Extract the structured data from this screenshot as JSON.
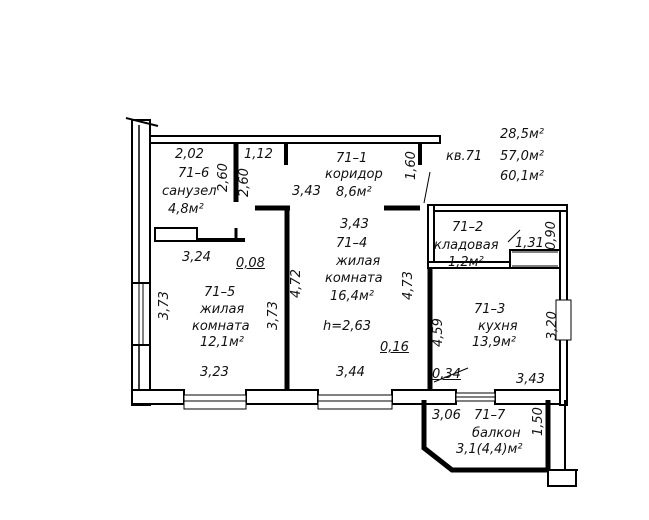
{
  "summary": {
    "living_area": "28,5м²",
    "total_area": "57,0м²",
    "total_with_balcony": "60,1м²",
    "apartment": "кв.71"
  },
  "rooms": {
    "bath": {
      "id": "71–6",
      "name": "санузел",
      "area": "4,8м²"
    },
    "corridor": {
      "id": "71–1",
      "name": "коридор",
      "area": "8,6м²"
    },
    "pantry": {
      "id": "71–2",
      "name": "кладовая",
      "area": "1,2м²"
    },
    "living4": {
      "id": "71–4",
      "name1": "жилая",
      "name2": "комната",
      "area": "16,4м²"
    },
    "living5": {
      "id": "71–5",
      "name1": "жилая",
      "name2": "комната",
      "area": "12,1м²"
    },
    "kitchen": {
      "id": "71–3",
      "name": "кухня",
      "area": "13,9м²"
    },
    "balcony": {
      "id": "71–7",
      "name": "балкон",
      "area": "3,1(4,4)м²"
    }
  },
  "height": "h=2,63",
  "dimensions": {
    "bath_width": "2,02",
    "bath_depth_a": "2,60",
    "bath_depth_b": "2,60",
    "corr_a": "1,12",
    "corr_b": "1,60",
    "corr_c": "3,43",
    "living4_top": "3,43",
    "pantry_h": "0,90",
    "pantry_w": "1,31",
    "living5_top": "3,24",
    "wall_008": "0,08",
    "living5_left": "3,73",
    "living5_right": "3,73",
    "living4_left": "4,72",
    "living4_right": "4,73",
    "kitchen_left": "4,59",
    "kitchen_right": "3,20",
    "wall_016": "0,16",
    "living5_bottom": "3,23",
    "living4_bottom": "3,44",
    "wall_034": "0,34",
    "kitchen_bottom": "3,43",
    "balcony_w": "3,06",
    "balcony_d": "1,50"
  }
}
